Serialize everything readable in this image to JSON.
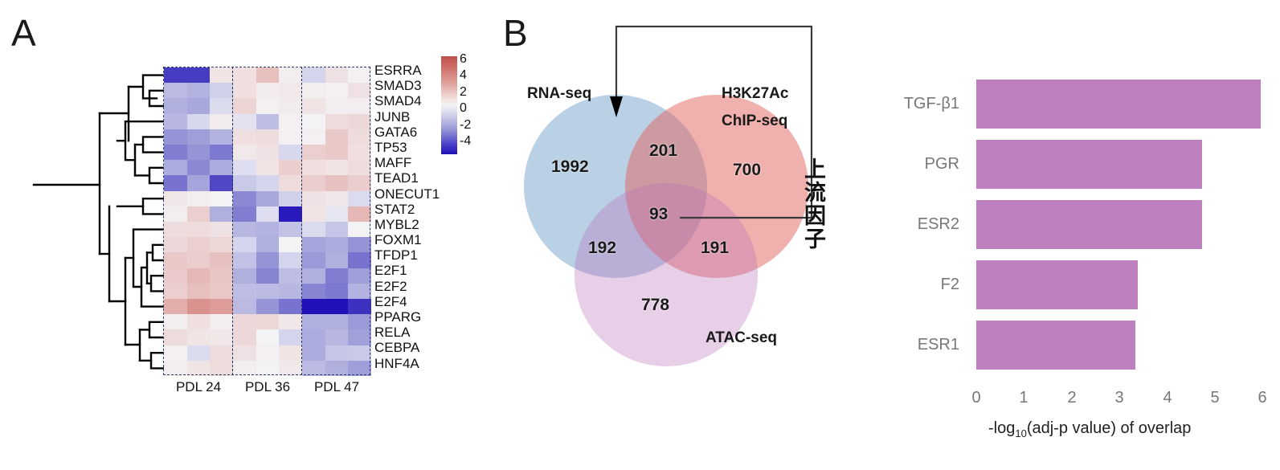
{
  "panels": {
    "a_letter": "A",
    "b_letter": "B"
  },
  "chart_data": [
    {
      "type": "heatmap",
      "title": "",
      "panel": "A",
      "row_labels": [
        "ESRRA",
        "SMAD3",
        "SMAD4",
        "JUNB",
        "GATA6",
        "TP53",
        "MAFF",
        "TEAD1",
        "ONECUT1",
        "STAT2",
        "MYBL2",
        "FOXM1",
        "TFDP1",
        "E2F1",
        "E2F2",
        "E2F4",
        "PPARG",
        "RELA",
        "CEBPA",
        "HNF4A"
      ],
      "column_groups": [
        "PDL 24",
        "PDL 36",
        "PDL 47"
      ],
      "replicates_per_group": 3,
      "colorbar": {
        "ticks": [
          "6",
          "4",
          "2",
          "0",
          "-2",
          "-4"
        ],
        "vmin": -5,
        "vmax": 7,
        "low_color": "#1f10b8",
        "mid_color": "#f2f2f5",
        "high_color": "#c0504d"
      },
      "values": [
        [
          -4.2,
          -4.2,
          0.7,
          0.9,
          2.3,
          0.3,
          -0.9,
          0.8,
          0.2
        ],
        [
          -1.6,
          -1.8,
          -1.0,
          0.9,
          0.4,
          0.5,
          0.3,
          0.2,
          0.8
        ],
        [
          -1.9,
          -2.1,
          -0.7,
          1.4,
          0.2,
          0.4,
          0.7,
          0.3,
          0.3
        ],
        [
          -1.7,
          -0.8,
          0.4,
          -0.5,
          -1.5,
          0.2,
          0.1,
          1.1,
          1.2
        ],
        [
          -2.6,
          -2.4,
          -1.8,
          0.9,
          1.0,
          0.2,
          0.2,
          1.9,
          1.1
        ],
        [
          -3.0,
          -2.6,
          -3.1,
          0.5,
          0.8,
          -0.8,
          1.6,
          1.9,
          0.9
        ],
        [
          -2.0,
          -2.8,
          -2.0,
          -0.6,
          0.7,
          1.7,
          0.9,
          0.7,
          1.0
        ],
        [
          -3.2,
          -2.2,
          -4.0,
          -1.2,
          -0.9,
          1.1,
          1.7,
          2.2,
          1.7
        ],
        [
          0.6,
          0.3,
          0.1,
          -2.8,
          -2.1,
          -1.0,
          0.8,
          0.6,
          -0.7
        ],
        [
          0.3,
          1.6,
          -1.9,
          -3.0,
          -0.6,
          -4.8,
          0.7,
          -0.4,
          2.6
        ],
        [
          1.0,
          1.1,
          0.8,
          -1.7,
          -1.8,
          -1.4,
          -0.7,
          -1.3,
          0.1
        ],
        [
          1.2,
          1.6,
          1.3,
          -0.9,
          -1.9,
          0.1,
          -2.2,
          -2.0,
          -2.6
        ],
        [
          1.9,
          1.7,
          2.2,
          -1.4,
          -2.6,
          -0.9,
          -2.5,
          -1.9,
          -3.2
        ],
        [
          1.8,
          2.6,
          2.0,
          -1.9,
          -2.9,
          -1.5,
          -1.9,
          -3.0,
          -2.4
        ],
        [
          1.6,
          2.3,
          1.9,
          -1.5,
          -1.6,
          -1.7,
          -2.9,
          -3.1,
          -1.8
        ],
        [
          3.0,
          4.2,
          3.8,
          -1.6,
          -2.6,
          -3.2,
          -5.0,
          -5.0,
          -4.4
        ],
        [
          0.3,
          0.9,
          0.3,
          1.2,
          1.3,
          0.6,
          -1.9,
          -1.9,
          -2.5
        ],
        [
          1.1,
          0.7,
          0.6,
          1.2,
          0.1,
          -0.9,
          -2.0,
          -1.7,
          -2.3
        ],
        [
          0.2,
          -0.7,
          1.0,
          0.8,
          0.2,
          0.7,
          -2.0,
          -1.3,
          -1.2
        ],
        [
          0.3,
          0.7,
          1.1,
          0.3,
          0.1,
          0.5,
          -1.6,
          -1.9,
          -2.4
        ]
      ]
    },
    {
      "type": "venn",
      "panel": "B",
      "sets": [
        {
          "name": "RNA-seq",
          "color": "#b9cbdd"
        },
        {
          "name": "H3K27Ac ChIP-seq",
          "color": "#f0a7a3"
        },
        {
          "name": "ATAC-seq",
          "color": "#e3cbe4"
        }
      ],
      "regions": [
        {
          "label": "1992",
          "sets": [
            "RNA-seq"
          ]
        },
        {
          "label": "700",
          "sets": [
            "H3K27Ac ChIP-seq"
          ]
        },
        {
          "label": "778",
          "sets": [
            "ATAC-seq"
          ]
        },
        {
          "label": "201",
          "sets": [
            "RNA-seq",
            "H3K27Ac ChIP-seq"
          ]
        },
        {
          "label": "192",
          "sets": [
            "RNA-seq",
            "ATAC-seq"
          ]
        },
        {
          "label": "191",
          "sets": [
            "H3K27Ac ChIP-seq",
            "ATAC-seq"
          ]
        },
        {
          "label": "93",
          "sets": [
            "RNA-seq",
            "H3K27Ac ChIP-seq",
            "ATAC-seq"
          ]
        }
      ],
      "set_labels": {
        "rna": "RNA-seq",
        "chip_line1": "H3K27Ac",
        "chip_line2": "ChIP-seq",
        "atac": "ATAC-seq"
      }
    },
    {
      "type": "bar",
      "panel": "B",
      "orientation": "horizontal",
      "categories": [
        "TGF-β1",
        "PGR",
        "ESR2",
        "F2",
        "ESR1"
      ],
      "values": [
        6.0,
        4.75,
        4.75,
        3.4,
        3.35
      ],
      "xlabel": "-log₁₀(adj-p value) of overlap",
      "xlabel_parts": {
        "pre": "-log",
        "sub": "10",
        "post": "(adj-p value) of  overlap"
      },
      "ylabel": "上流因子",
      "xticks": [
        "0",
        "1",
        "2",
        "3",
        "4",
        "5",
        "6"
      ],
      "xlim": [
        0,
        6
      ],
      "bar_color": "#bd7fbd",
      "grid": false,
      "legend": null
    }
  ]
}
